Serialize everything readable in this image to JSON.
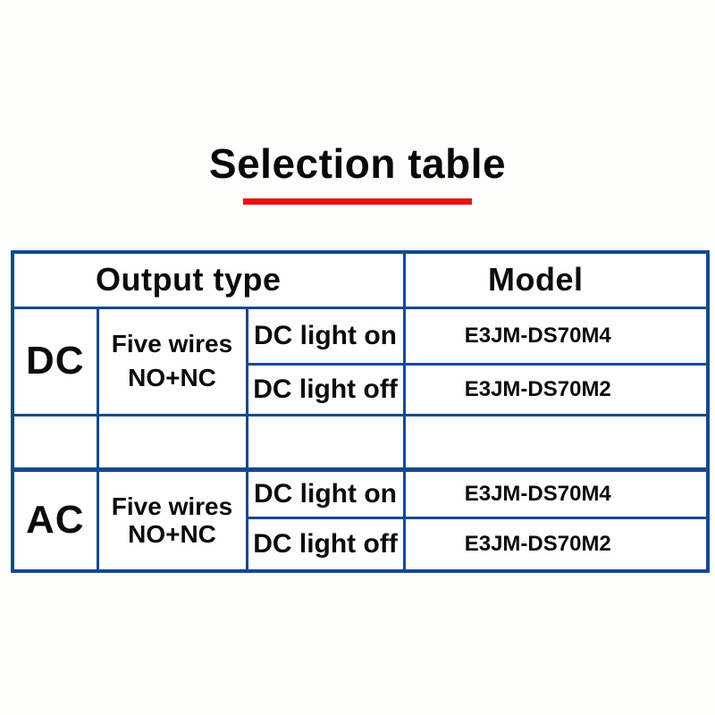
{
  "title": {
    "text": "Selection table"
  },
  "colors": {
    "accent_red": "#ee0f0f",
    "table_border_blue": "#14498f",
    "text": "#0c0c0c"
  },
  "table": {
    "headers": {
      "output_type": "Output type",
      "model": "Model"
    },
    "groups": [
      {
        "power": "DC",
        "wiring": {
          "line1": "Five wires",
          "line2": "NO+NC"
        },
        "rows": [
          {
            "light": "DC light on",
            "model": "E3JM-DS70M4"
          },
          {
            "light": "DC light off",
            "model": "E3JM-DS70M2"
          }
        ]
      },
      {
        "power": "AC",
        "wiring": {
          "line1": "Five wires",
          "line2": "NO+NC"
        },
        "rows": [
          {
            "light": "DC light on",
            "model": "E3JM-DS70M4"
          },
          {
            "light": "DC light off",
            "model": "E3JM-DS70M2"
          }
        ]
      }
    ]
  }
}
